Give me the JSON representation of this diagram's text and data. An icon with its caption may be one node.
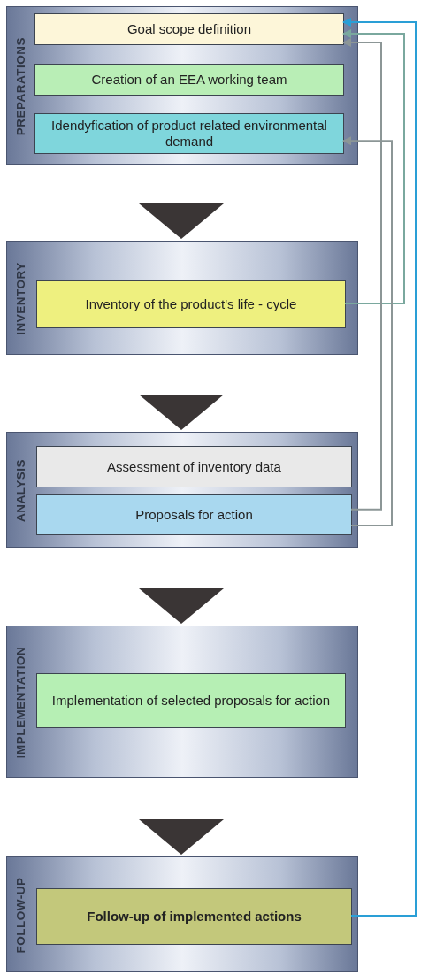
{
  "diagram": {
    "nodes": [
      {
        "text": [
          "PREPARATIONS"
        ]
      },
      {
        "text": [
          "Goal scope definition"
        ],
        "in": 0
      },
      {
        "text": [
          "Creation of an EEA working team"
        ],
        "in": 0
      },
      {
        "text": [
          "Idendyfication of product related environmental demand"
        ],
        "in": 0
      },
      {
        "text": [
          "INVENTORY"
        ]
      },
      {
        "text": [
          "Inventory of the product's life - cycle"
        ],
        "in": 4
      },
      {
        "text": [
          "ANALYSIS"
        ]
      },
      {
        "text": [
          "Assessment of inventory data"
        ],
        "in": 6
      },
      {
        "text": [
          "Proposals for action"
        ],
        "in": 6
      },
      {
        "text": [
          "IMPLEMENTATION"
        ]
      },
      {
        "text": [
          "Implementation of selected proposals for action"
        ],
        "in": 9
      },
      {
        "text": [
          "FOLLOW-UP"
        ]
      },
      {
        "text": [
          "Follow-up of implemented actions"
        ],
        "in": 11
      }
    ],
    "edges": [
      {
        "from": 0,
        "to": 4,
        "arrow": "to",
        "style": "thick"
      },
      {
        "from": 4,
        "to": 6,
        "arrow": "to",
        "style": "thick"
      },
      {
        "from": 6,
        "to": 9,
        "arrow": "to",
        "style": "thick"
      },
      {
        "from": 9,
        "to": 11,
        "arrow": "to",
        "style": "thick"
      },
      {
        "from": 12,
        "to": 1,
        "arrow": "to",
        "color": "#2a9fd6"
      },
      {
        "from": 5,
        "to": 1,
        "arrow": "to",
        "color": "#7aa89e"
      },
      {
        "from": 8,
        "to": 1,
        "arrow": "to",
        "color": "#8c9696"
      },
      {
        "from": 8,
        "to": 3,
        "arrow": "to",
        "color": "#8c9696"
      }
    ]
  }
}
